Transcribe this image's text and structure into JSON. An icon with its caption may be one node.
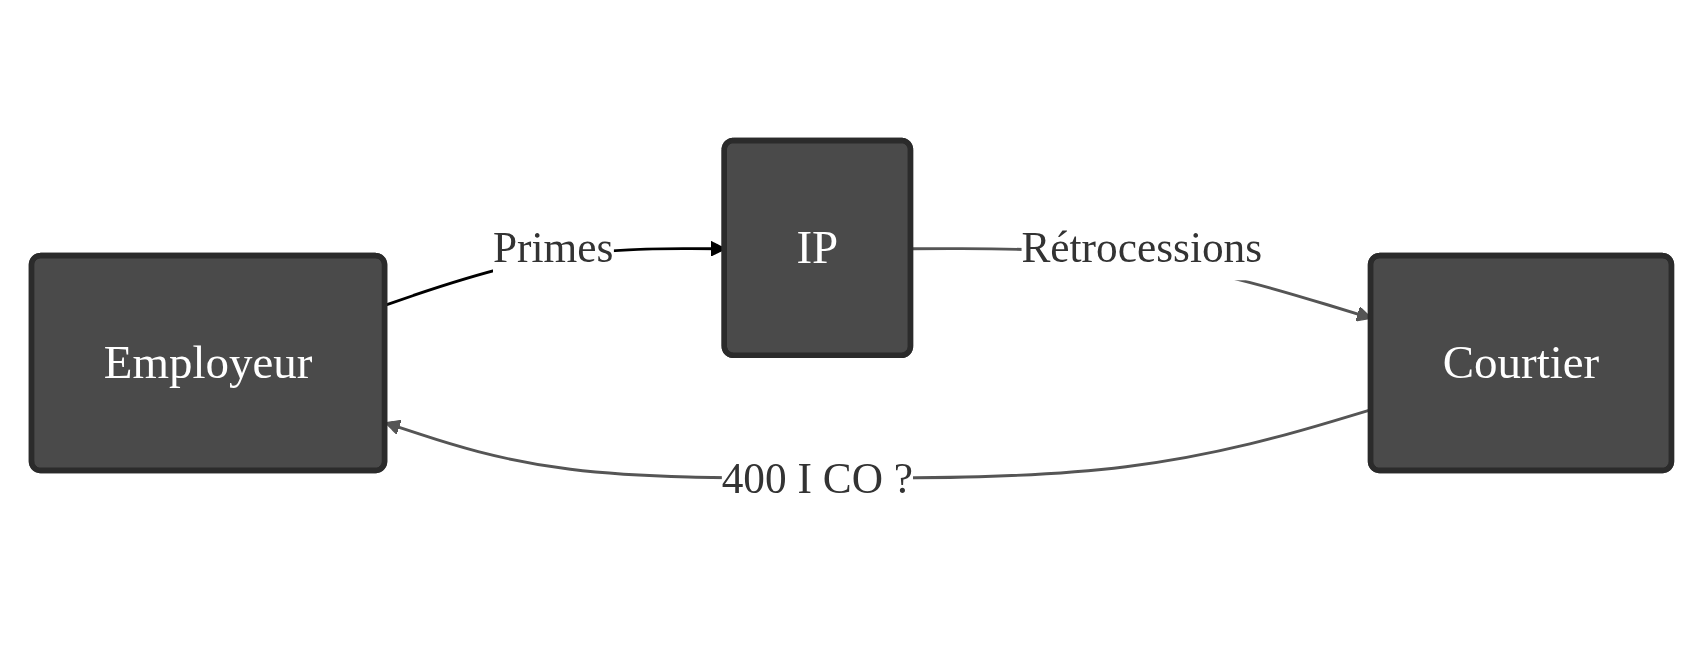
{
  "diagram": {
    "nodes": [
      {
        "text": [
          "Employeur"
        ]
      },
      {
        "text": [
          "Courtier"
        ]
      },
      {
        "text": [
          "IP"
        ]
      }
    ],
    "edges": [
      {
        "from": 0,
        "to": 2,
        "arrow": "to",
        "label": "Primes",
        "color": "#000000"
      },
      {
        "from": 1,
        "to": 0,
        "arrow": "to",
        "label": "400 I CO ?"
      },
      {
        "from": 2,
        "to": 1,
        "arrow": "to",
        "label": "Rétrocessions"
      }
    ]
  }
}
